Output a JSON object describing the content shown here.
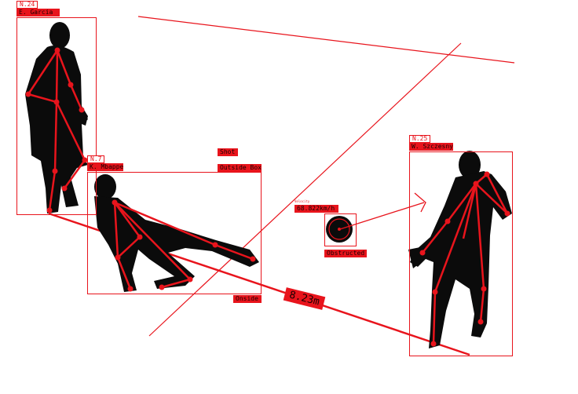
{
  "colors": {
    "annotation": "#e8141c",
    "silhouette": "#0b0b0b",
    "background": "#ffffff"
  },
  "players": [
    {
      "number": "N.24",
      "name": "E. Garcia"
    },
    {
      "number": "N.7",
      "name": "K. Mbappe",
      "tags": [
        "Shot",
        "Outside Box"
      ],
      "status": "Onside"
    },
    {
      "number": "N.25",
      "name": "W. Szczesny"
    }
  ],
  "ball": {
    "velocity_label": "Velocity",
    "velocity": "68.822km/h",
    "status": "Obstructed"
  },
  "distance": "8.23m"
}
